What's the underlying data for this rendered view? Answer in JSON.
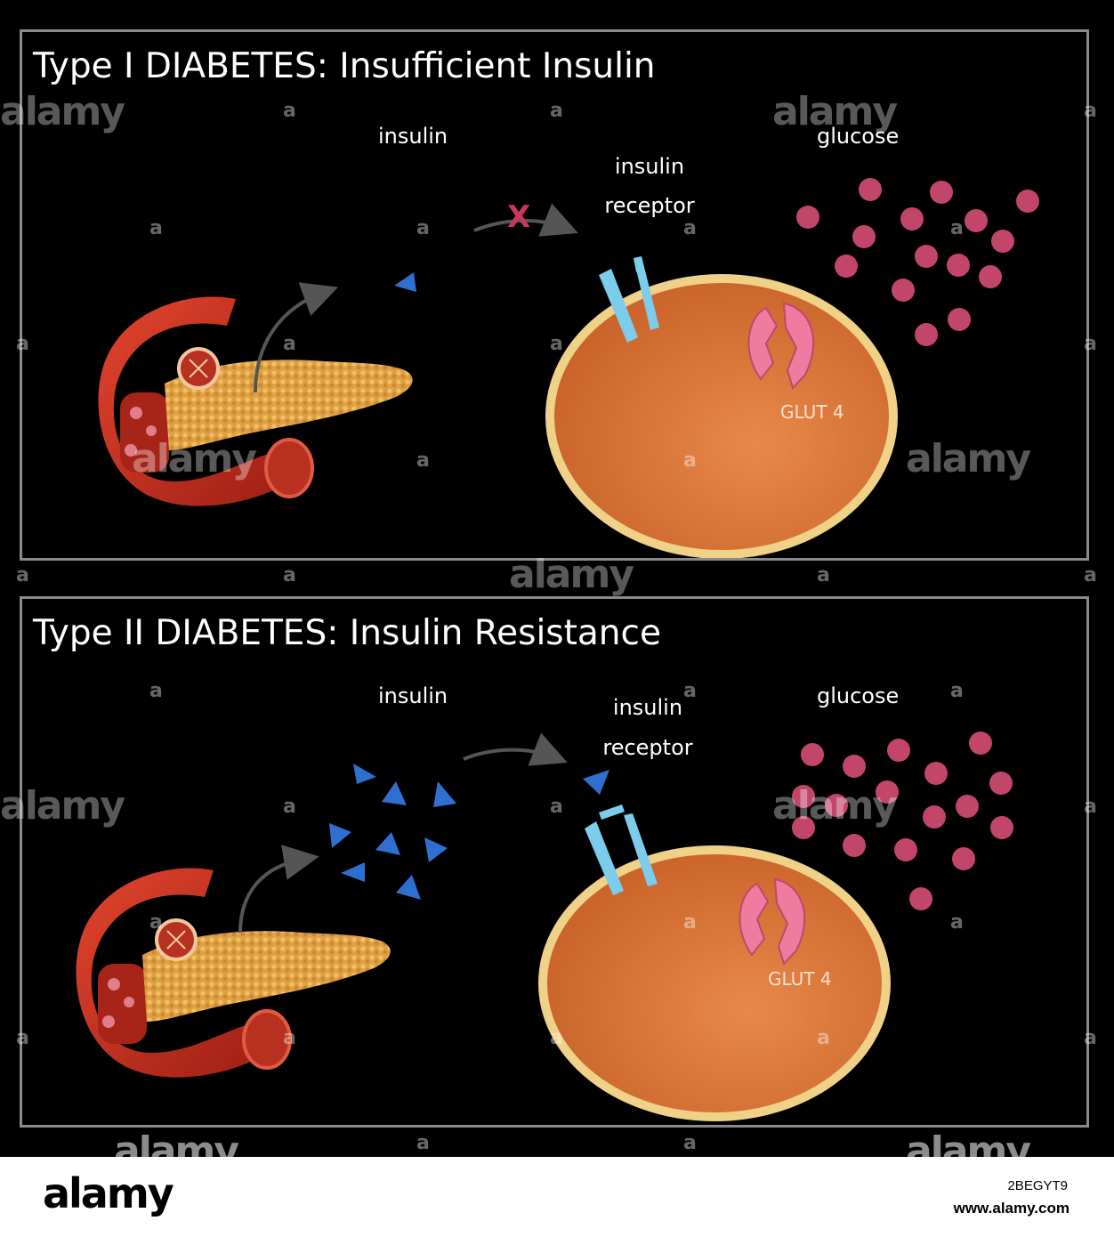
{
  "panel1": {
    "title": "Type I DIABETES: Insufficient Insulin",
    "label_insulin": "insulin",
    "label_receptor_line1": "insulin",
    "label_receptor_line2": "receptor",
    "label_glucose": "glucose",
    "label_glut": "GLUT 4",
    "blocked_mark": "X"
  },
  "panel2": {
    "title": "Type II DIABETES: Insulin Resistance",
    "label_insulin": "insulin",
    "label_receptor_line1": "insulin",
    "label_receptor_line2": "receptor",
    "label_glucose": "glucose",
    "label_glut": "GLUT 4"
  },
  "watermark": {
    "brand": "alamy",
    "mark": "a"
  },
  "footer": {
    "logo": "alamy",
    "image_id": "2BEGYT9",
    "url": "www.alamy.com"
  },
  "colors": {
    "background": "#000000",
    "border": "#8a8a8a",
    "insulin": "#2f6fd0",
    "receptor": "#7ccdec",
    "glucose": "#c2466a",
    "cell_fill": "#d9773a",
    "cell_membrane": "#efd287",
    "glut": "#ef7ba0",
    "block_x": "#c8385a",
    "pancreas": "#e0a94a",
    "duodenum": "#c8301e"
  }
}
